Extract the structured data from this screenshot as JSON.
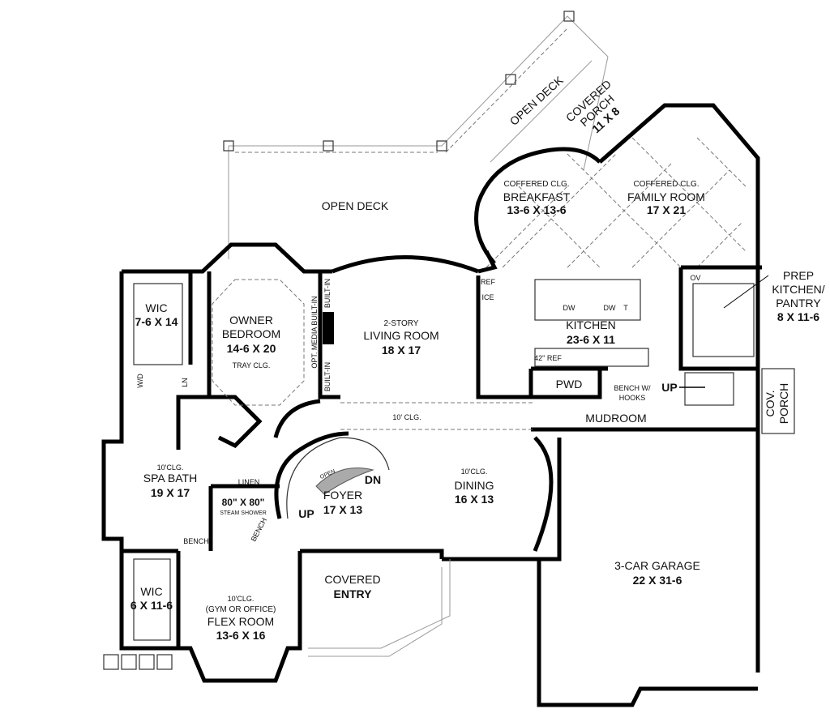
{
  "plan": {
    "rooms": {
      "open_deck_top": "OPEN DECK",
      "covered_porch": {
        "name1": "COVERED",
        "name2": "PORCH",
        "dim": "11 X 8"
      },
      "open_deck": "OPEN DECK",
      "breakfast": {
        "note": "COFFERED CLG.",
        "name": "BREAKFAST",
        "dim": "13-6 X 13-6"
      },
      "family_room": {
        "note": "COFFERED CLG.",
        "name": "FAMILY ROOM",
        "dim": "17 X 21"
      },
      "prep_kitchen": {
        "name1": "PREP",
        "name2": "KITCHEN/",
        "name3": "PANTRY",
        "dim": "8 X 11-6"
      },
      "wic_upper": {
        "name": "WIC",
        "dim": "7-6 X 14"
      },
      "owner_bedroom": {
        "name1": "OWNER",
        "name2": "BEDROOM",
        "dim": "14-6 X 20",
        "note": "TRAY CLG."
      },
      "living_room": {
        "note": "2-STORY",
        "name": "LIVING ROOM",
        "dim": "18 X 17"
      },
      "kitchen": {
        "name": "KITCHEN",
        "dim": "23-6 X 11"
      },
      "hall_ceiling": "10' CLG.",
      "spa_bath": {
        "note": "10'CLG.",
        "name": "SPA BATH",
        "dim": "19 X 17"
      },
      "foyer": {
        "name": "FOYER",
        "dim": "17 X 13"
      },
      "dining": {
        "note": "10'CLG.",
        "name": "DINING",
        "dim": "16 X 13"
      },
      "pwd": "PWD",
      "mudroom": "MUDROOM",
      "cov_porch": {
        "name1": "COV.",
        "name2": "PORCH"
      },
      "garage": {
        "name": "3-CAR GARAGE",
        "dim": "22 X 31-6"
      },
      "covered_entry": {
        "name1": "COVERED",
        "name2": "ENTRY"
      },
      "wic_lower": {
        "name": "WIC",
        "dim": "6 X 11-6"
      },
      "flex_room": {
        "note1": "10'CLG.",
        "note2": "(GYM OR OFFICE)",
        "name": "FLEX ROOM",
        "dim": "13-6 X 16"
      }
    },
    "fixtures": {
      "ref": "REF",
      "ice": "ICE",
      "dw1": "DW",
      "dw2": "DW",
      "t": "T",
      "ref42": "42\" REF",
      "ov": "OV",
      "wd": "W/D",
      "ln": "LN",
      "opt_media": "OPT. MEDIA BUILT-IN",
      "built_in_top": "BUILT-IN",
      "built_in_bottom": "BUILT-IN",
      "linen": "LINEN",
      "shower_dim": "80\" X 80\"",
      "shower": "STEAM SHOWER",
      "bench1": "BENCH",
      "bench2": "BENCH",
      "bench_hooks1": "BENCH W/",
      "bench_hooks2": "HOOKS",
      "open": "OPEN",
      "dn": "DN",
      "up_stair": "UP",
      "up_mud": "UP"
    }
  }
}
